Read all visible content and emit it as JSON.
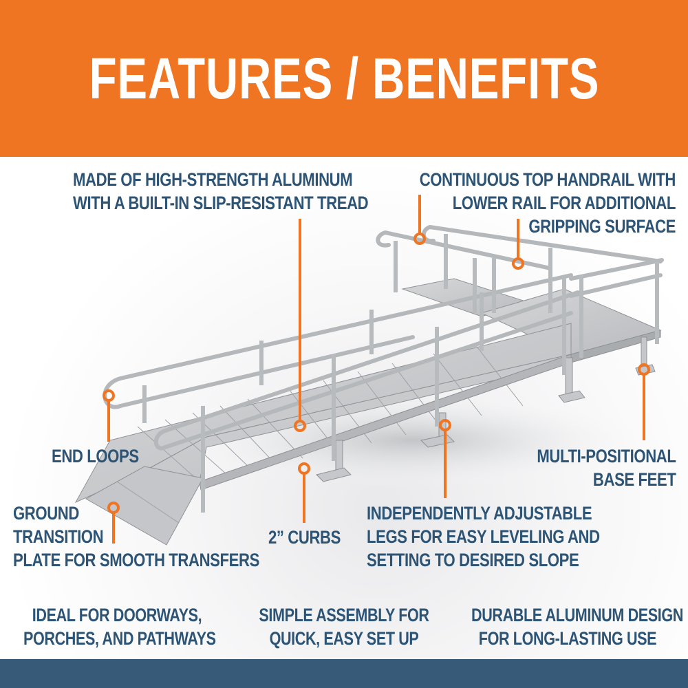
{
  "header": {
    "title": "FEATURES / BENEFITS",
    "background_color": "#f07522",
    "text_color": "#ffffff"
  },
  "colors": {
    "label_text": "#2d5475",
    "callout_orange": "#f07522",
    "footer_band": "#365a77",
    "ramp_metal": "#c9cbcd"
  },
  "product_image": {
    "subject": "modular aluminum wheelchair ramp with switchback platform and handrails"
  },
  "callouts": [
    {
      "id": "aluminum",
      "lines": [
        "MADE OF HIGH-STRENGTH ALUMINUM",
        "WITH A BUILT-IN SLIP-RESISTANT TREAD"
      ]
    },
    {
      "id": "handrail",
      "lines": [
        "CONTINUOUS TOP HANDRAIL WITH",
        "LOWER RAIL FOR ADDITIONAL",
        "GRIPPING SURFACE"
      ]
    },
    {
      "id": "end-loops",
      "lines": [
        "END LOOPS"
      ]
    },
    {
      "id": "base-feet",
      "lines": [
        "MULTI-POSITIONAL",
        "BASE FEET"
      ]
    },
    {
      "id": "transition-plate",
      "lines": [
        "GROUND",
        "TRANSITION",
        "PLATE FOR SMOOTH TRANSFERS"
      ]
    },
    {
      "id": "curbs",
      "lines": [
        "2” CURBS"
      ]
    },
    {
      "id": "legs",
      "lines": [
        "INDEPENDENTLY ADJUSTABLE",
        "LEGS FOR EASY LEVELING AND",
        "SETTING TO DESIRED SLOPE"
      ]
    }
  ],
  "benefits": [
    {
      "lines": [
        "IDEAL FOR DOORWAYS,",
        "PORCHES, AND PATHWAYS"
      ]
    },
    {
      "lines": [
        "SIMPLE ASSEMBLY FOR",
        "QUICK, EASY SET UP"
      ]
    },
    {
      "lines": [
        "DURABLE ALUMINUM DESIGN",
        "FOR LONG-LASTING USE"
      ]
    }
  ]
}
